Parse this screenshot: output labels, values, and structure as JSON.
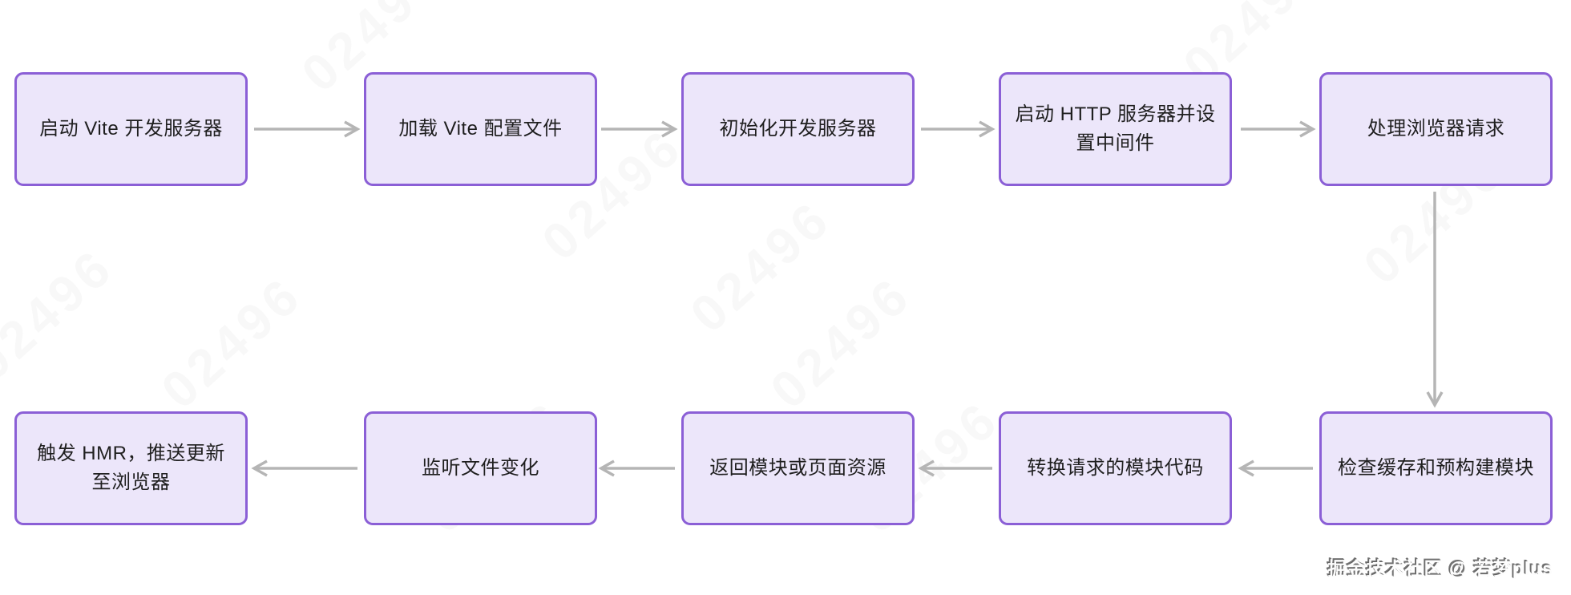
{
  "diagram": {
    "title": "Vite dev server flow",
    "colors": {
      "background": "#ffffff",
      "node_fill": "#ece6fa",
      "node_border": "#8b5fd6",
      "arrow_color": "#b5b5b5",
      "text_color": "#1f1f1f"
    },
    "nodes": [
      {
        "id": "start-dev-server",
        "label": "启动 Vite 开发服务器"
      },
      {
        "id": "load-config",
        "label": "加载 Vite 配置文件"
      },
      {
        "id": "init-server",
        "label": "初始化开发服务器"
      },
      {
        "id": "http-middleware",
        "label": "启动 HTTP 服务器并设置中间件"
      },
      {
        "id": "handle-request",
        "label": "处理浏览器请求"
      },
      {
        "id": "check-cache",
        "label": "检查缓存和预构建模块"
      },
      {
        "id": "transform-code",
        "label": "转换请求的模块代码"
      },
      {
        "id": "return-resource",
        "label": "返回模块或页面资源"
      },
      {
        "id": "watch-files",
        "label": "监听文件变化"
      },
      {
        "id": "trigger-hmr",
        "label": "触发 HMR，推送更新至浏览器"
      }
    ],
    "edges": [
      {
        "from": "start-dev-server",
        "to": "load-config",
        "direction": "right"
      },
      {
        "from": "load-config",
        "to": "init-server",
        "direction": "right"
      },
      {
        "from": "init-server",
        "to": "http-middleware",
        "direction": "right"
      },
      {
        "from": "http-middleware",
        "to": "handle-request",
        "direction": "right"
      },
      {
        "from": "handle-request",
        "to": "check-cache",
        "direction": "down"
      },
      {
        "from": "check-cache",
        "to": "transform-code",
        "direction": "left"
      },
      {
        "from": "transform-code",
        "to": "return-resource",
        "direction": "left"
      },
      {
        "from": "return-resource",
        "to": "watch-files",
        "direction": "left"
      },
      {
        "from": "watch-files",
        "to": "trigger-hmr",
        "direction": "left"
      }
    ]
  },
  "watermarks": {
    "footer": "掘金技术社区 @ 若梦plus",
    "background_fragment": "02496"
  }
}
